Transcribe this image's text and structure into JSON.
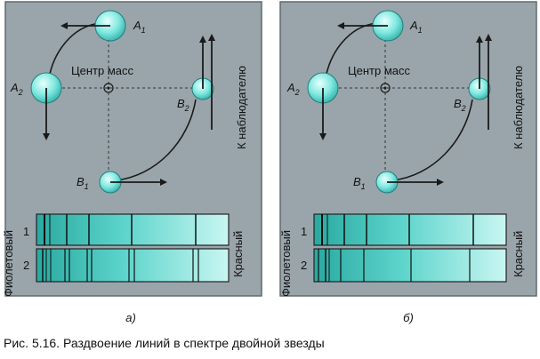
{
  "colors": {
    "panel_bg": "#9aa5ab",
    "panel_border": "#5e6a70",
    "star_fill": "#7fe8e0",
    "star_stroke": "#1f7f7a",
    "line_dark": "#1a1a1a",
    "spectrum_fill": "#4cc9c0",
    "spectrum_light": "#bff3ee"
  },
  "panels": [
    {
      "id": "a",
      "caption": "а)",
      "labels": {
        "A1": "A1",
        "A2": "A2",
        "B1": "B1",
        "B2": "B2",
        "center": "Центр масс",
        "observer": "К наблюдателю",
        "violet": "Фиолетовый",
        "red": "Красный",
        "row1": "1",
        "row2": "2"
      }
    },
    {
      "id": "b",
      "caption": "б)",
      "labels": {
        "A1": "A1",
        "A2": "A2",
        "B1": "B1",
        "B2": "B2",
        "center": "Центр масс",
        "observer": "К наблюдателю",
        "violet": "Фиолетовый",
        "red": "Красный",
        "row1": "1",
        "row2": "2"
      }
    }
  ],
  "figure_caption": "Рис. 5.16. Раздвоение линий в спектре двойной звезды"
}
